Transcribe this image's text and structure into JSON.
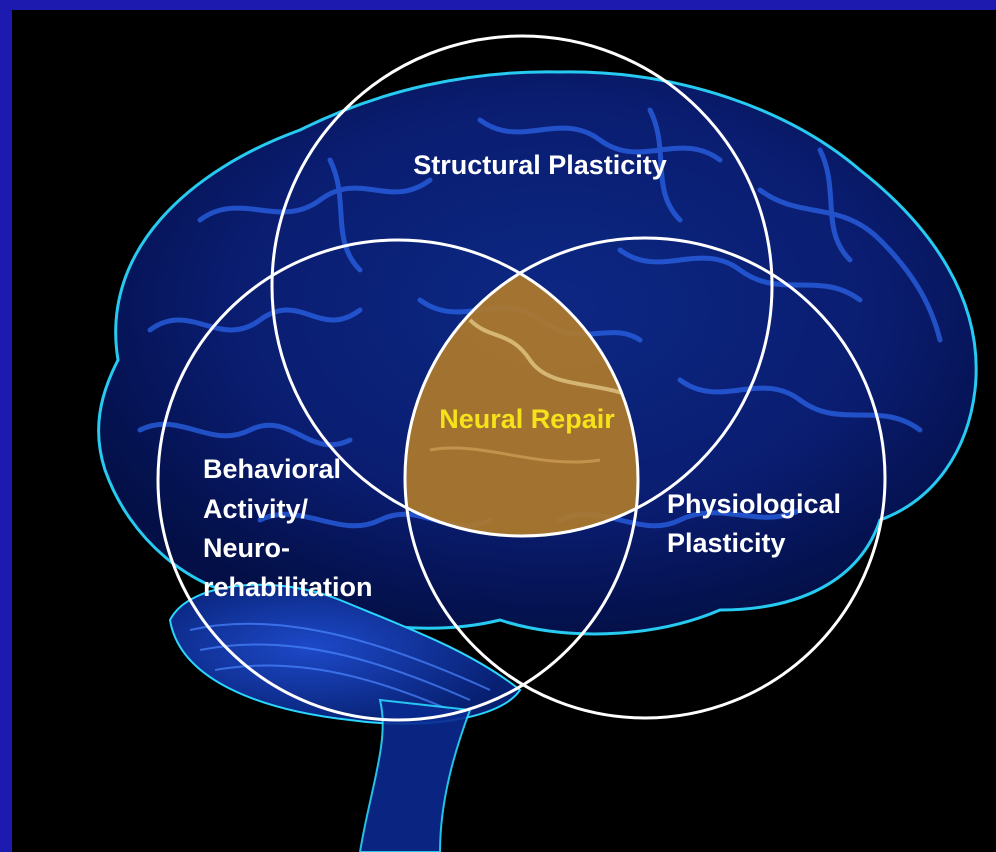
{
  "diagram": {
    "circles": [
      {
        "id": "top",
        "label_lines": [
          "Structural Plasticity"
        ]
      },
      {
        "id": "left",
        "label_lines": [
          "Behavioral",
          "Activity/",
          "Neuro-",
          "rehabilitation"
        ]
      },
      {
        "id": "right",
        "label_lines": [
          "Physiological",
          "Plasticity"
        ]
      }
    ],
    "center_label": "Neural Repair"
  },
  "colors": {
    "border": "#1d1ab0",
    "background": "#000000",
    "brain": "#1436b8",
    "brain_glow": "#2ad6ff",
    "circle_stroke": "#ffffff",
    "intersection_fill": "#b07a2a",
    "center_text": "#f5e21a"
  }
}
